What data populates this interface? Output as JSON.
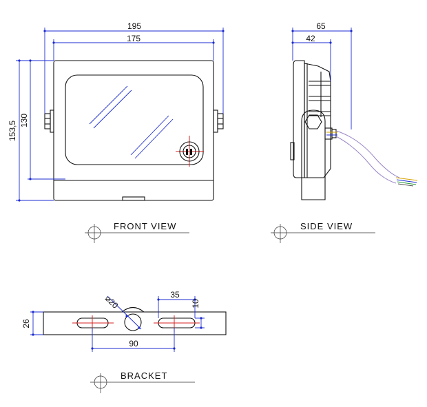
{
  "front_view": {
    "title": "FRONT VIEW",
    "dims": {
      "overall_width": "195",
      "inner_width": "175",
      "overall_height": "153,5",
      "inner_height": "130"
    }
  },
  "side_view": {
    "title": "SIDE VIEW",
    "dims": {
      "overall_depth": "65",
      "body_depth": "42"
    }
  },
  "bracket": {
    "title": "BRACKET",
    "dims": {
      "height": "26",
      "hole_diameter": "⌀20",
      "slot_length": "35",
      "slot_width": "10",
      "slot_spacing": "90"
    }
  },
  "colors": {
    "outline": "#111111",
    "dimension": "#1b2bd0",
    "centerline": "#d82020",
    "cable": "#9a86c8"
  }
}
